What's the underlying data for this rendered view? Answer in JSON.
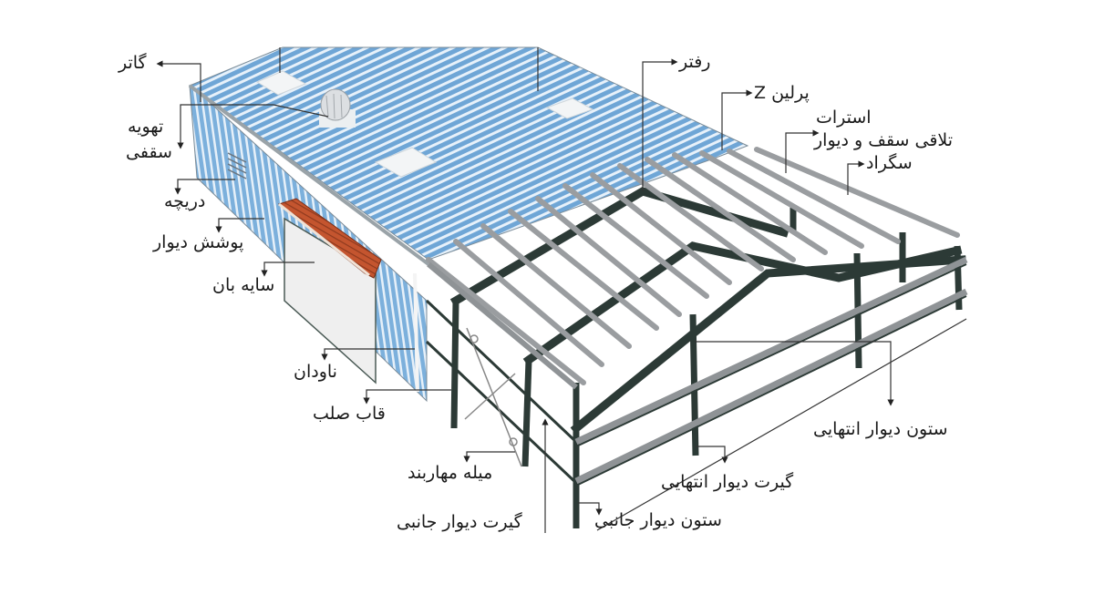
{
  "diagram": {
    "subject": "steel-frame building structure",
    "colors": {
      "roof_blue": "#6fa6d6",
      "roof_stripe": "#e7f1fa",
      "frame_dark": "#2c3a36",
      "purlin_gray": "#9a9da0",
      "awning_brick": "#c4552f",
      "leader_line": "#333333",
      "text": "#1a1a1a"
    },
    "labels": {
      "gutter": "گاتر",
      "roof_ventilator_line1": "تهویه",
      "roof_ventilator_line2": "سقفی",
      "louver": "دریچه",
      "wall_cladding": "پوشش دیوار",
      "canopy": "سایه بان",
      "downspout": "ناودان",
      "rigid_frame": "قاب صلب",
      "bracing_rod": "میله مهاربند",
      "side_wall_girt": "گیرت دیوار جانبی",
      "side_wall_column": "ستون دیوار جانبی",
      "end_wall_girt": "گیرت دیوار انتهایی",
      "end_wall_column": "ستون دیوار انتهایی",
      "rafter": "رفتر",
      "z_purlin": "پرلین Z",
      "eave_strut_line1": "استرات",
      "eave_strut_line2": "تلاقی سقف و دیوار",
      "ridge": "سگراد"
    }
  }
}
